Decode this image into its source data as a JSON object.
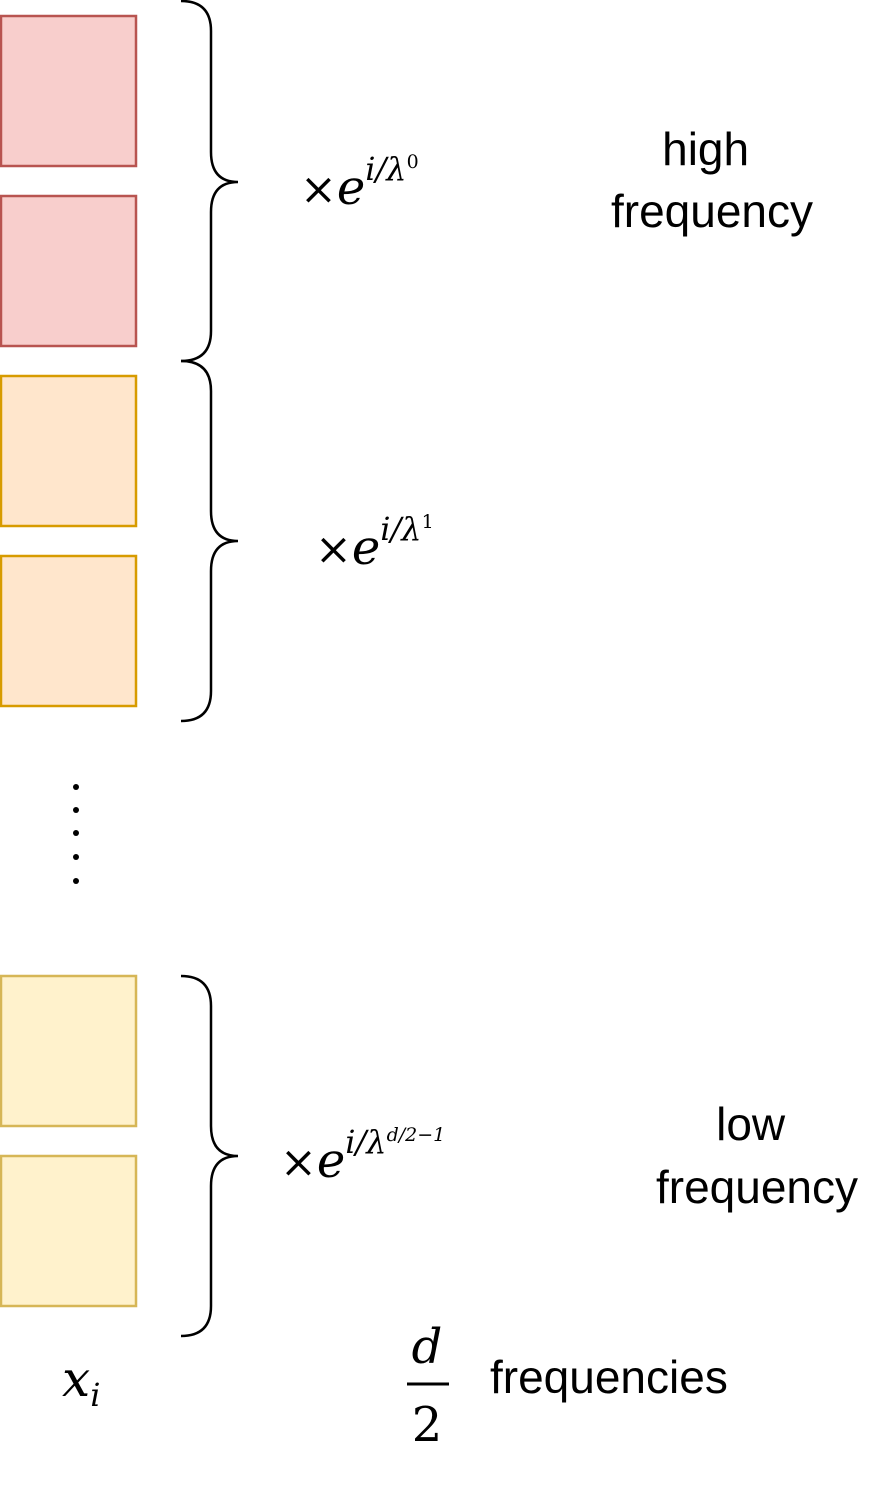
{
  "blocks": [
    {
      "fill": "#f8cecc",
      "stroke": "#b85450"
    },
    {
      "fill": "#f8cecc",
      "stroke": "#b85450"
    },
    {
      "fill": "#ffe6cc",
      "stroke": "#d79b00"
    },
    {
      "fill": "#ffe6cc",
      "stroke": "#d79b00"
    },
    {
      "fill": "#fff2cc",
      "stroke": "#d6b656"
    },
    {
      "fill": "#fff2cc",
      "stroke": "#d6b656"
    }
  ],
  "multipliers": [
    {
      "times": "×",
      "base": "e",
      "exp_base": "i/λ",
      "exp_power": "0"
    },
    {
      "times": "×",
      "base": "e",
      "exp_base": "i/λ",
      "exp_power": "1"
    },
    {
      "times": "×",
      "base": "e",
      "exp_base": "i/λ",
      "exp_power": "d/2−1"
    }
  ],
  "ellipsis": "⋮",
  "labels": {
    "high": [
      "high",
      "frequency"
    ],
    "low": [
      "low",
      "frequency"
    ],
    "count_numerator": "d",
    "count_denominator": "2",
    "count_text": "frequencies",
    "input_var": "x",
    "input_sub": "i"
  }
}
